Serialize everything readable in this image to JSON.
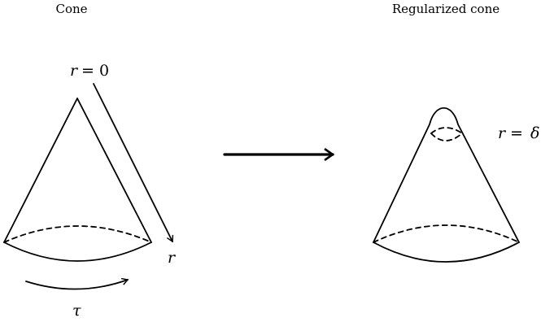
{
  "titles": {
    "left": "Cone",
    "right": "Regularized cone"
  },
  "labels": {
    "r_zero_var": "r",
    "r_zero_eq": "= 0",
    "r_bottom": "r",
    "tau": "τ",
    "r_delta_var": "r",
    "r_delta_eq": "=",
    "delta": "δ"
  }
}
